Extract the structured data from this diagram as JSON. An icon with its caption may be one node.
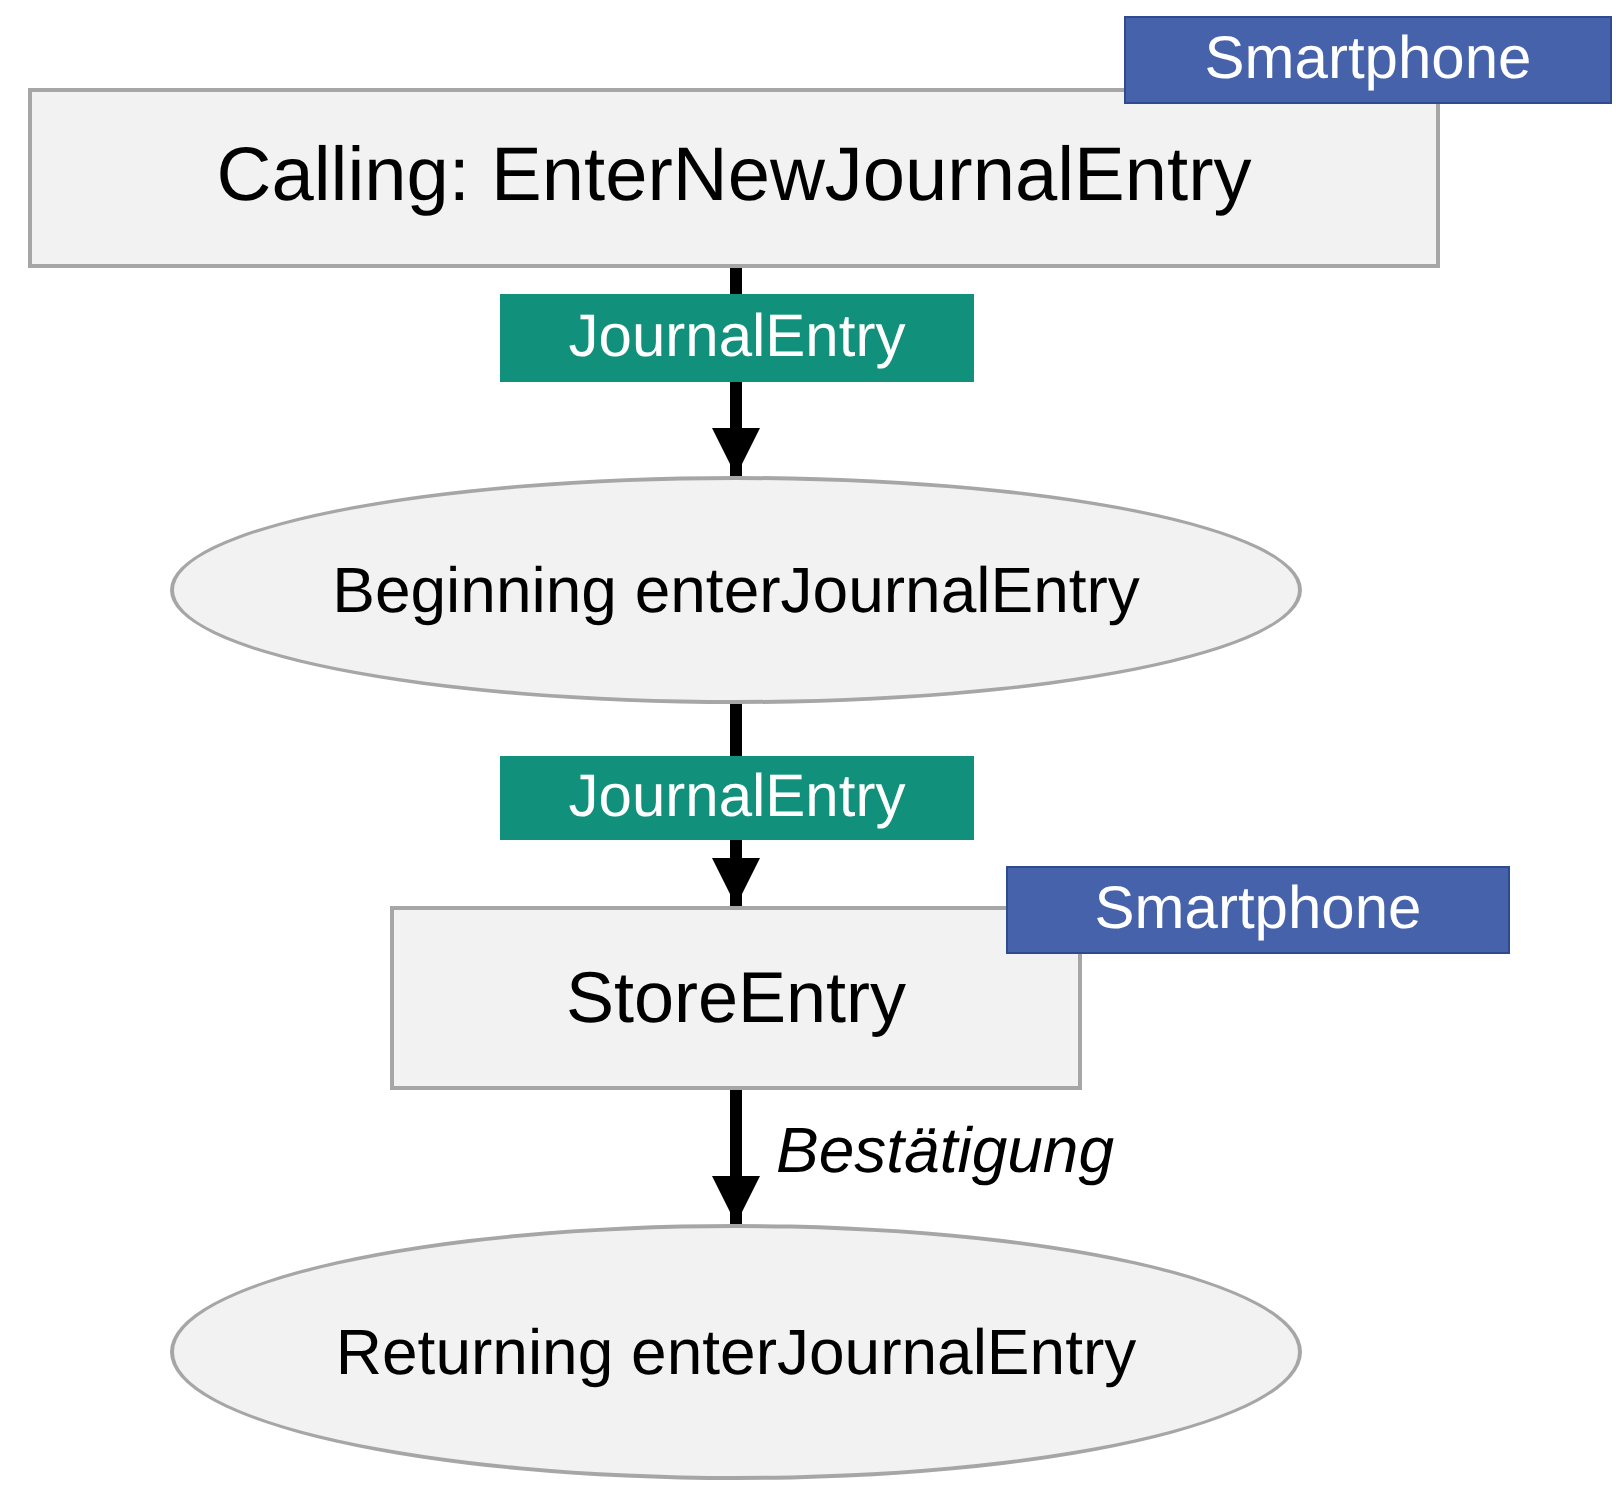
{
  "diagram": {
    "nodes": [
      {
        "text": [
          "Smartphone"
        ]
      },
      {
        "text": [
          "Calling: EnterNewJournalEntry"
        ]
      },
      {
        "text": [
          "Beginning enterJournalEntry"
        ]
      },
      {
        "text": [
          "Smartphone"
        ]
      },
      {
        "text": [
          "StoreEntry"
        ]
      },
      {
        "text": [
          "Returning enterJournalEntry"
        ]
      }
    ],
    "edges": [
      {
        "from": 1,
        "to": 2,
        "arrow": "to",
        "label": "JournalEntry"
      },
      {
        "from": 2,
        "to": 4,
        "arrow": "to",
        "label": "JournalEntry"
      },
      {
        "from": 4,
        "to": 5,
        "arrow": "to",
        "label": "Bestätigung"
      }
    ]
  }
}
